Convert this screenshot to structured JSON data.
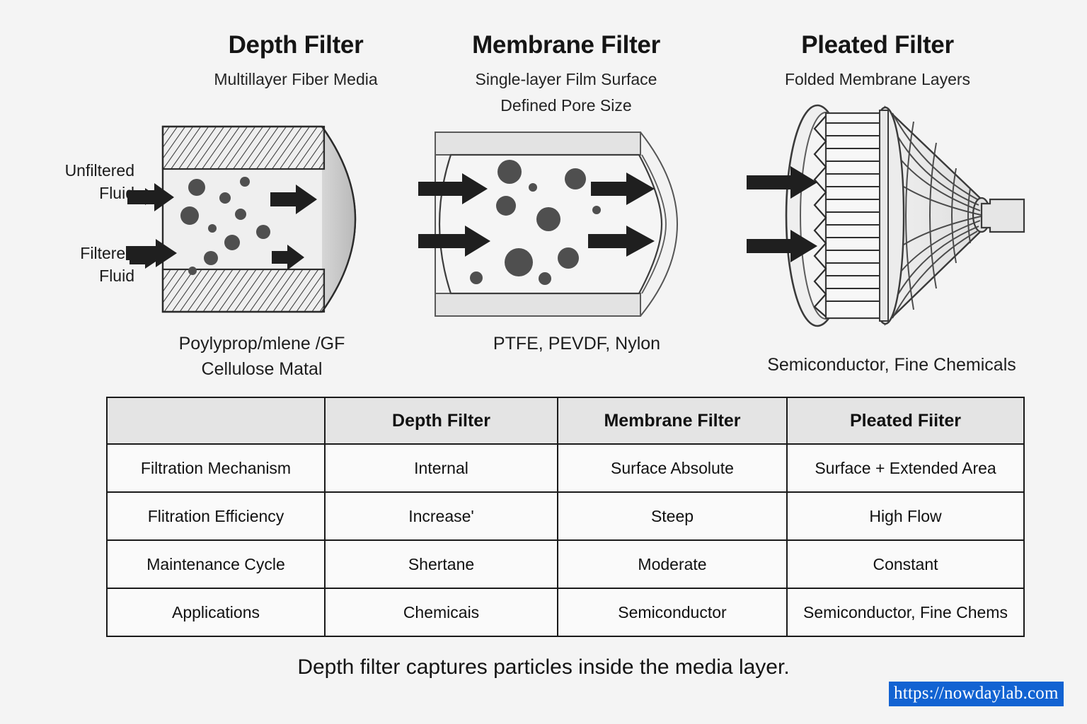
{
  "columns": [
    {
      "title": "Depth Filter",
      "subtitle_lines": [
        "Multillayer Fiber Media"
      ],
      "caption_lines": [
        "Poylyprop/mlene /GF",
        "Cellulose Matal"
      ]
    },
    {
      "title": "Membrane Filter",
      "subtitle_lines": [
        "Single-layer Film Surface",
        "Defined Pore Size"
      ],
      "caption_lines": [
        "PTFE, PEVDF, Nylon"
      ]
    },
    {
      "title": "Pleated Filter",
      "subtitle_lines": [
        "Folded Membrane Layers"
      ],
      "caption_lines": [
        "Semiconductor, Fine Chemicals"
      ]
    }
  ],
  "side_labels": {
    "unfiltered": "Unfiltered\nFluid",
    "unfiltered_line1": "Unfiltered",
    "unfiltered_line2": "Fluid",
    "filtered_line1": "Filtered",
    "filtered_line2": "Fluid"
  },
  "table": {
    "headers": [
      "",
      "Depth Filter",
      "Membrane Filter",
      "Pleated Fiiter"
    ],
    "rows": [
      {
        "label": "Filtration Mechanism",
        "cells": [
          "Internal",
          "Surface Absolute",
          "Surface + Extended Area"
        ]
      },
      {
        "label": "Flitration Efficiency",
        "cells": [
          "Increase'",
          "Steep",
          "High Flow"
        ]
      },
      {
        "label": "Maintenance Cycle",
        "cells": [
          "Shertane",
          "Moderate",
          "Constant"
        ]
      },
      {
        "label": "Applications",
        "cells": [
          "Chemicais",
          "Semiconductor",
          "Semiconductor, Fine Chems"
        ]
      }
    ]
  },
  "footer_caption": "Depth filter captures particles inside the media layer.",
  "watermark": "https://nowdaylab.com",
  "colors": {
    "background": "#f4f4f4",
    "ink": "#1a1a1a",
    "table_header_bg": "#e4e4e4",
    "table_cell_bg": "#fafafa",
    "watermark_bg": "#1263d2",
    "watermark_text": "#ffffff",
    "particle": "#4d4d4d",
    "media_hatch": "#333333"
  }
}
